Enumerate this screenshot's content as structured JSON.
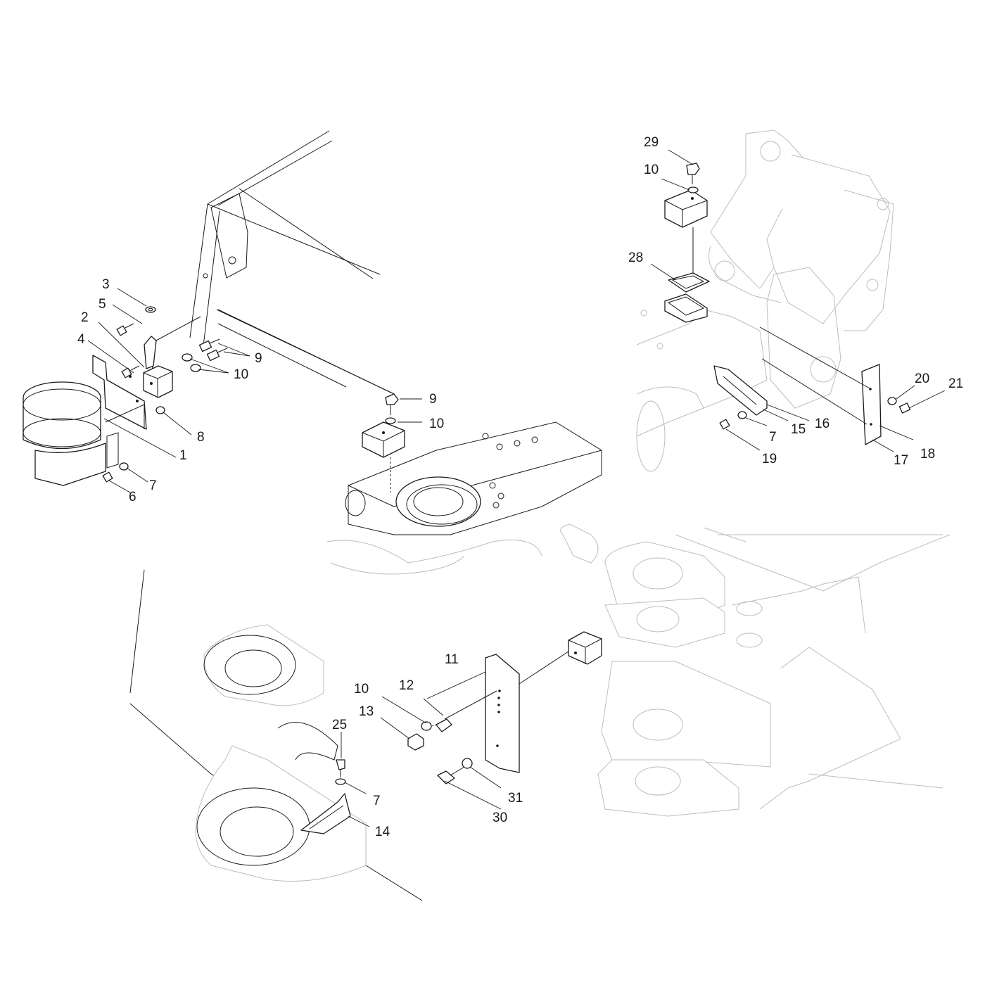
{
  "callouts": {
    "c1": "1",
    "c2": "2",
    "c3": "3",
    "c4": "4",
    "c5": "5",
    "c6": "6",
    "c7a": "7",
    "c8": "8",
    "c9a": "9",
    "c10a": "10",
    "c9b": "9",
    "c10b": "10",
    "c29": "29",
    "c10c": "10",
    "c28": "28",
    "c20": "20",
    "c21": "21",
    "c7b": "7",
    "c15": "15",
    "c16": "16",
    "c19": "19",
    "c17": "17",
    "c18": "18",
    "c11": "11",
    "c10d": "10",
    "c12": "12",
    "c13": "13",
    "c25": "25",
    "c7c": "7",
    "c14": "14",
    "c31": "31",
    "c30": "30"
  },
  "colors": {
    "line": "#1a1a1a",
    "ghost": "#bdbdbd",
    "background": "#ffffff"
  }
}
